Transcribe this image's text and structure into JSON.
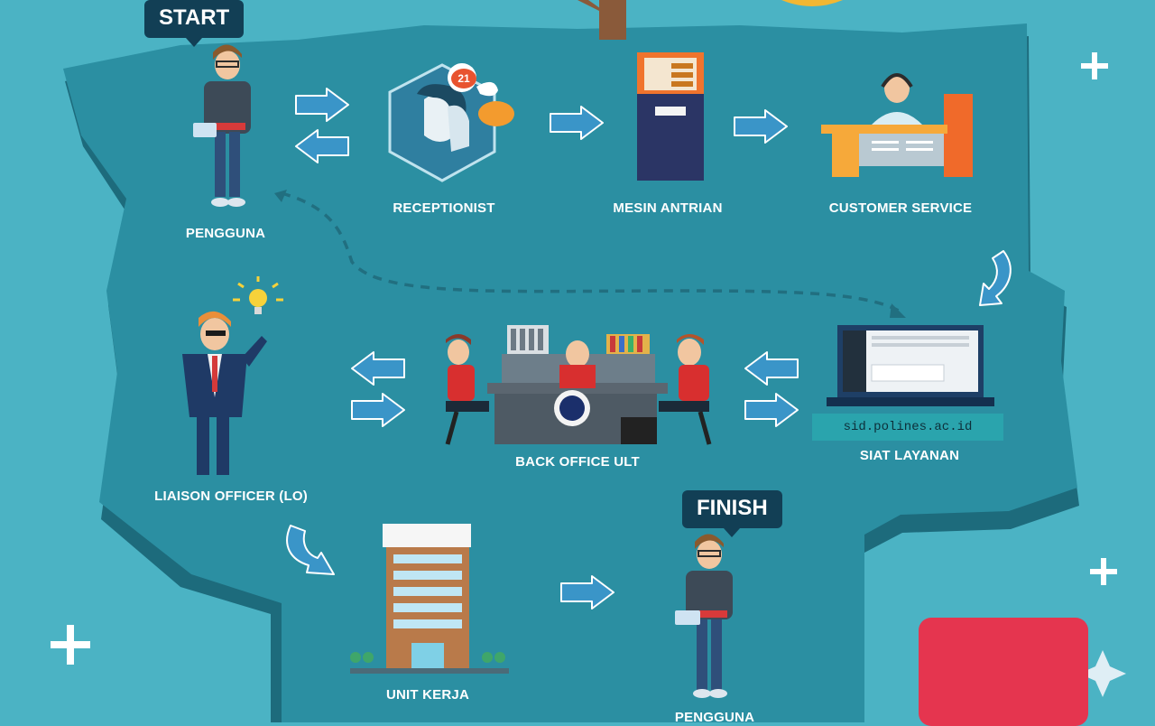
{
  "nodes": {
    "start_tag": "START",
    "finish_tag": "FINISH",
    "pengguna_start": "PENGGUNA",
    "receptionist": "RECEPTIONIST",
    "mesin_antrian": "MESIN ANTRIAN",
    "customer_service": "CUSTOMER SERVICE",
    "liaison_officer": "LIAISON OFFICER (LO)",
    "back_office": "BACK OFFICE ULT",
    "siat_layanan": "SIAT LAYANAN",
    "siat_url": "sid.polines.ac.id",
    "unit_kerja": "UNIT KERJA",
    "pengguna_finish": "PENGGUNA"
  },
  "badges": {
    "chat_count": "21"
  },
  "colors": {
    "background": "#4bb3c4",
    "map": "#2b8fa2",
    "map_shadow": "#1d6b7c",
    "arrow": "#3a95c8",
    "tag": "#123f55",
    "accent_red": "#e5354f"
  }
}
